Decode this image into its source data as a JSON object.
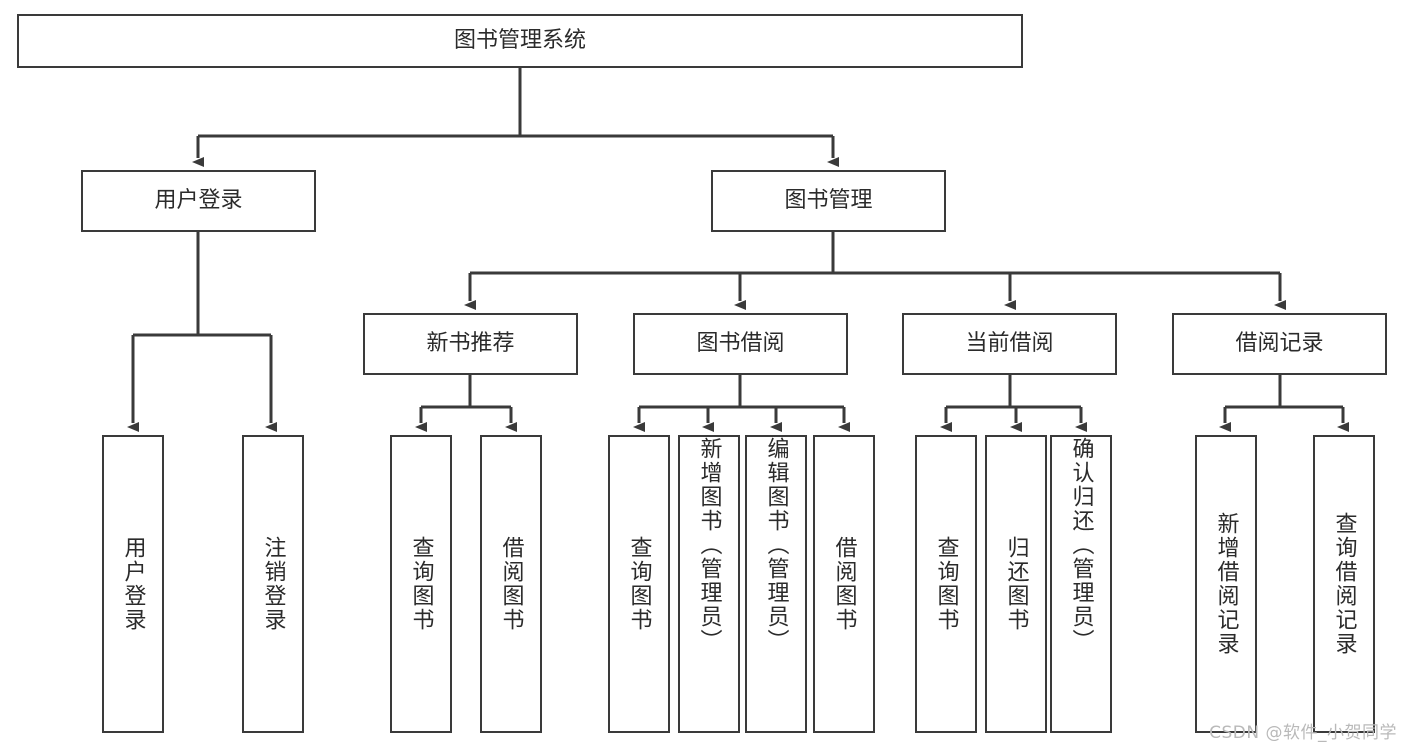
{
  "diagram": {
    "type": "tree",
    "title": "图书管理系统",
    "orientation": "top-down",
    "watermark": "CSDN @软件_小贺同学",
    "colors": {
      "box_border": "#3a3a3a",
      "box_fill": "#ffffff",
      "connector": "#3a3a3a",
      "text": "#2b2b2b",
      "watermark": "#b9b9b9",
      "background": "#ffffff"
    },
    "nodes": {
      "root": {
        "label": "图书管理系统",
        "level": 1,
        "orient": "horizontal"
      },
      "l2": [
        {
          "id": "user-login",
          "label": "用户登录",
          "level": 2,
          "orient": "horizontal"
        },
        {
          "id": "book-manage",
          "label": "图书管理",
          "level": 2,
          "orient": "horizontal"
        }
      ],
      "l3": [
        {
          "id": "new-book-recommend",
          "label": "新书推荐",
          "level": 3,
          "orient": "horizontal"
        },
        {
          "id": "book-borrow",
          "label": "图书借阅",
          "level": 3,
          "orient": "horizontal"
        },
        {
          "id": "current-borrow",
          "label": "当前借阅",
          "level": 3,
          "orient": "horizontal"
        },
        {
          "id": "borrow-record",
          "label": "借阅记录",
          "level": 3,
          "orient": "horizontal"
        }
      ],
      "leaves": [
        {
          "id": "leaf-user-login",
          "label": "用户登录",
          "parent": "user-login",
          "orient": "vertical"
        },
        {
          "id": "leaf-user-logout",
          "label": "注销登录",
          "parent": "user-login",
          "orient": "vertical"
        },
        {
          "id": "leaf-query-book-1",
          "label": "查询图书",
          "parent": "new-book-recommend",
          "orient": "vertical"
        },
        {
          "id": "leaf-borrow-book-1",
          "label": "借阅图书",
          "parent": "new-book-recommend",
          "orient": "vertical"
        },
        {
          "id": "leaf-query-book-2",
          "label": "查询图书",
          "parent": "book-borrow",
          "orient": "vertical"
        },
        {
          "id": "leaf-add-book",
          "label": "新增图书（管理员）",
          "parent": "book-borrow",
          "orient": "vertical"
        },
        {
          "id": "leaf-edit-book",
          "label": "编辑图书（管理员）",
          "parent": "book-borrow",
          "orient": "vertical"
        },
        {
          "id": "leaf-borrow-book-2",
          "label": "借阅图书",
          "parent": "book-borrow",
          "orient": "vertical"
        },
        {
          "id": "leaf-query-book-3",
          "label": "查询图书",
          "parent": "current-borrow",
          "orient": "vertical"
        },
        {
          "id": "leaf-return-book",
          "label": "归还图书",
          "parent": "current-borrow",
          "orient": "vertical"
        },
        {
          "id": "leaf-confirm-return",
          "label": "确认归还（管理员）",
          "parent": "current-borrow",
          "orient": "vertical"
        },
        {
          "id": "leaf-add-record",
          "label": "新增借阅记录",
          "parent": "borrow-record",
          "orient": "vertical"
        },
        {
          "id": "leaf-query-record",
          "label": "查询借阅记录",
          "parent": "borrow-record",
          "orient": "vertical"
        }
      ]
    }
  }
}
